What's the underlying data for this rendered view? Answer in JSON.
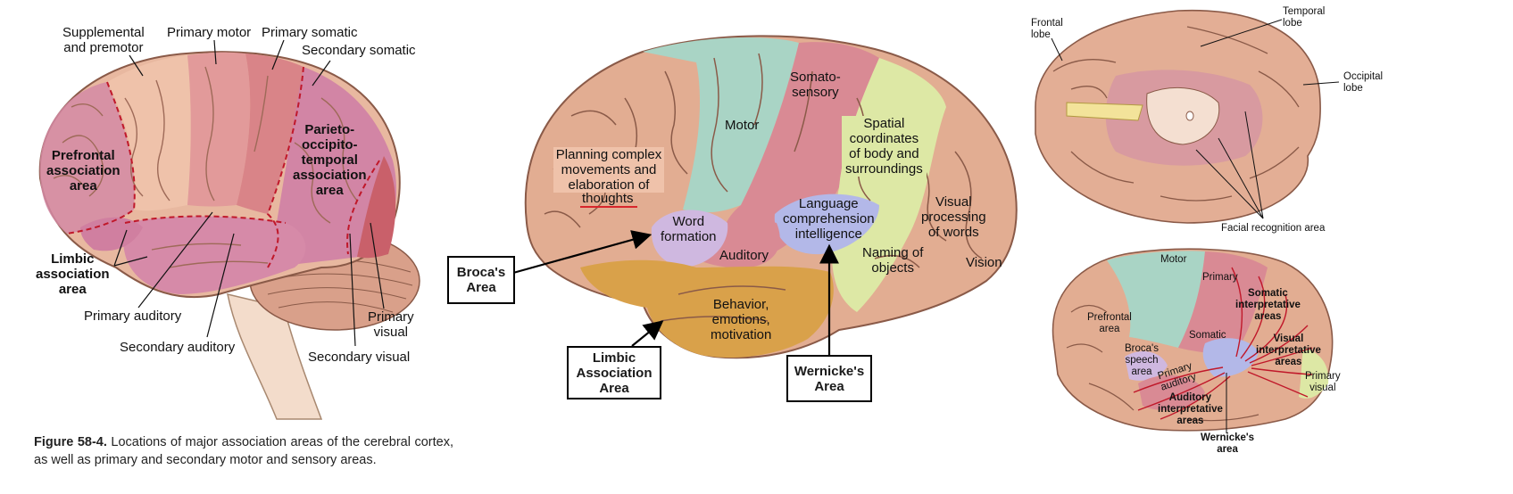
{
  "left_panel": {
    "labels": {
      "supplemental": "Supplemental\nand premotor",
      "primary_motor": "Primary motor",
      "primary_somatic": "Primary somatic",
      "secondary_somatic": "Secondary somatic",
      "prefrontal": "Prefrontal\nassociation\narea",
      "parieto": "Parieto-\noccipito-\ntemporal\nassociation\narea",
      "limbic": "Limbic\nassociation\narea",
      "primary_auditory": "Primary auditory",
      "secondary_auditory": "Secondary auditory",
      "primary_visual": "Primary\nvisual",
      "secondary_visual": "Secondary visual"
    },
    "caption_label": "Figure 58-4.",
    "caption_text": " Locations of major association areas of the cerebral cortex, as well as primary and secondary motor and sensory areas."
  },
  "middle_panel": {
    "labels": {
      "motor": "Motor",
      "somatosensory": "Somato-\nsensory",
      "spatial": "Spatial\ncoordinates\nof body and\nsurroundings",
      "planning": "Planning complex\nmovements and\nelaboration of",
      "thoughts": "thoughts",
      "word_formation": "Word\nformation",
      "language": "Language\ncomprehension\nintelligence",
      "visual_processing": "Visual\nprocessing\nof words",
      "auditory": "Auditory",
      "naming": "Naming of\nobjects",
      "vision": "Vision",
      "behavior": "Behavior,\nemotions,\nmotivation"
    },
    "boxes": {
      "broca": "Broca's\nArea",
      "limbic": "Limbic\nAssociation\nArea",
      "wernicke": "Wernicke's\nArea"
    }
  },
  "right_top_panel": {
    "labels": {
      "frontal": "Frontal\nlobe",
      "temporal": "Temporal\nlobe",
      "occipital": "Occipital\nlobe",
      "facial": "Facial recognition area"
    }
  },
  "right_bottom_panel": {
    "labels": {
      "motor": "Motor",
      "primary": "Primary",
      "somatic_interp": "Somatic\ninterpretative\nareas",
      "prefrontal": "Prefrontal\narea",
      "somatic": "Somatic",
      "visual_interp": "Visual\ninterpretative\nareas",
      "broca": "Broca's\nspeech\narea",
      "primary_auditory": "Primary\nauditory",
      "primary_visual": "Primary\nvisual",
      "auditory_interp": "Auditory\ninterpretative\nareas",
      "wernicke": "Wernicke's\narea"
    }
  },
  "colors": {
    "brain_base": "#e2ad92",
    "motor_green": "#a9d4c5",
    "somatosensory_pink": "#d98a94",
    "spatial_yellow": "#dde8a5",
    "limbic_orange": "#d9a14a",
    "wernicke_blue": "#b3b8e8",
    "word_lavender": "#cfb8e0",
    "association_mauve": "#cf8fa8",
    "boundary_red": "#c0182a"
  }
}
